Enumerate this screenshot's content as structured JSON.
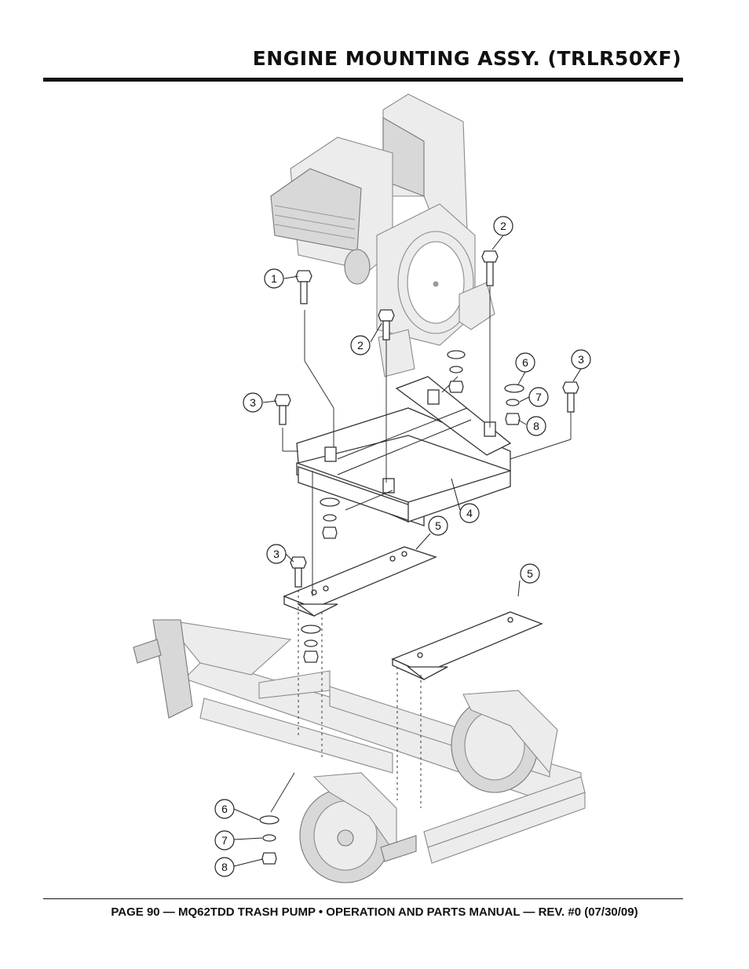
{
  "header": {
    "title": "ENGINE MOUNTING ASSY. (TRLR50XF)"
  },
  "footer": {
    "text": "PAGE 90 — MQ62TDD TRASH PUMP • OPERATION AND PARTS MANUAL — REV. #0 (07/30/09)"
  },
  "callouts": [
    "1",
    "2",
    "2",
    "3",
    "3",
    "3",
    "4",
    "5",
    "5",
    "6",
    "6",
    "7",
    "7",
    "8",
    "8"
  ]
}
